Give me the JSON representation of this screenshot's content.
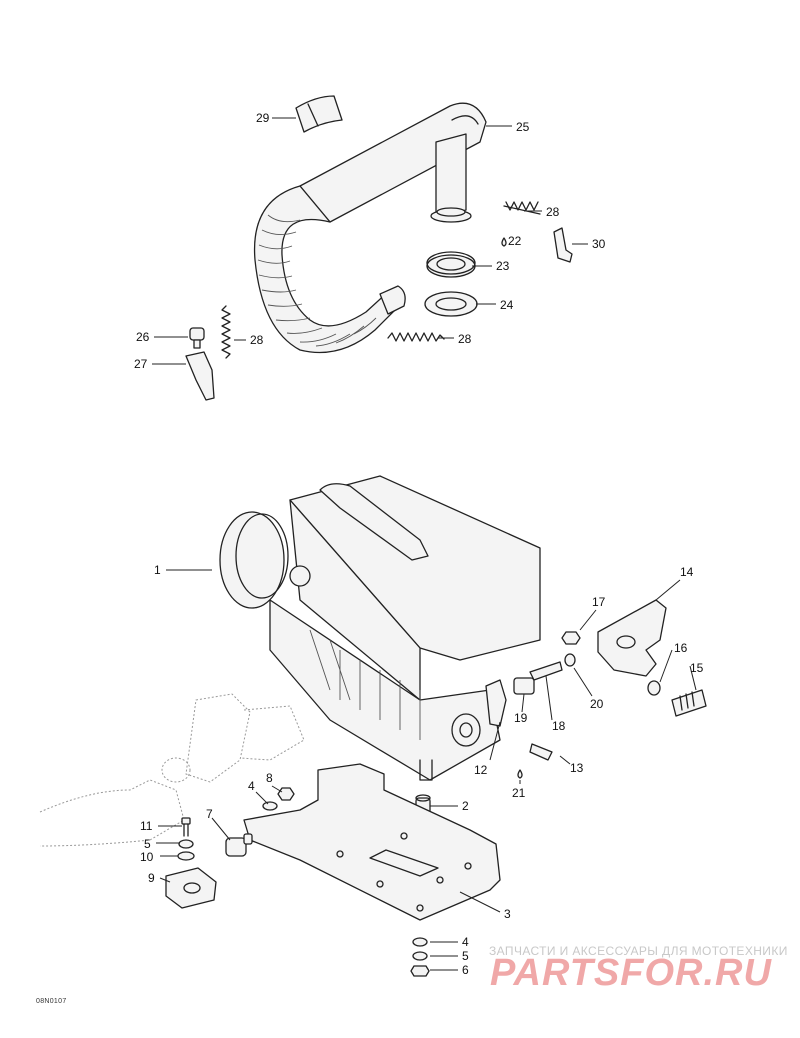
{
  "diagram": {
    "callouts": [
      "1",
      "2",
      "3",
      "4",
      "5",
      "6",
      "7",
      "8",
      "9",
      "10",
      "11",
      "12",
      "13",
      "14",
      "15",
      "16",
      "17",
      "18",
      "19",
      "20",
      "21",
      "22",
      "23",
      "24",
      "25",
      "26",
      "27",
      "28",
      "29",
      "30"
    ],
    "repeat_callouts": {
      "part_28": "28",
      "part_4": "4",
      "part_5": "5"
    },
    "reference_code": "08N0107"
  },
  "watermark": {
    "tagline": "ЗАПЧАСТИ И АКСЕССУАРЫ ДЛЯ МОТОТЕХНИКИ",
    "logo": "PARTSFOR.RU"
  }
}
